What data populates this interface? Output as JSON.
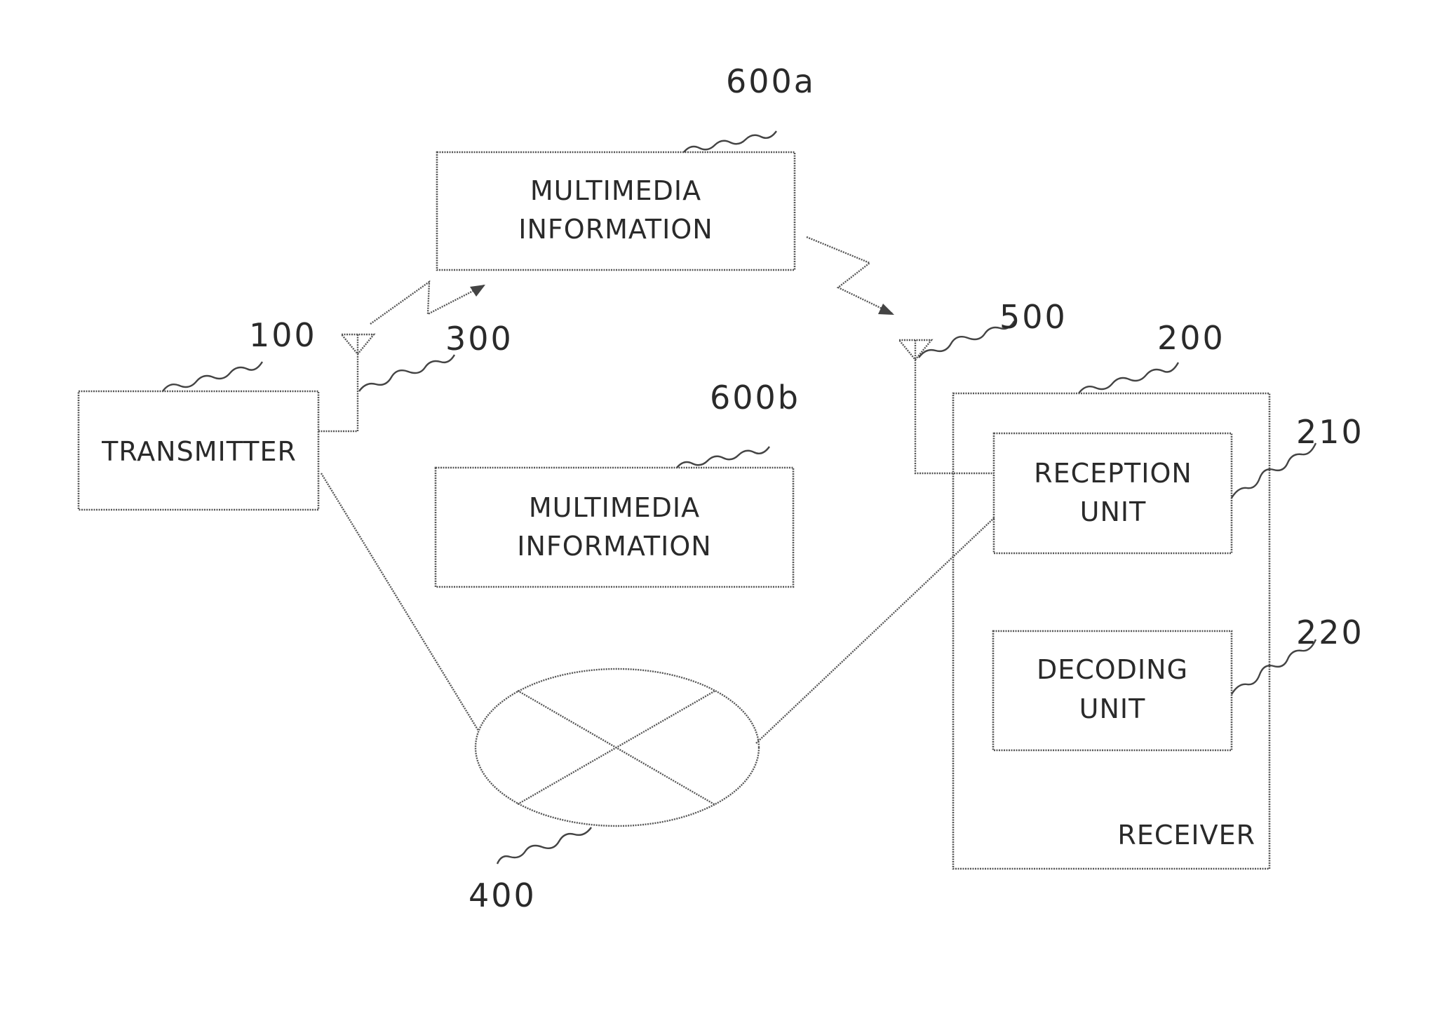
{
  "figure": {
    "transmitter": {
      "label": "TRANSMITTER",
      "ref": "100"
    },
    "receiver": {
      "label": "RECEIVER",
      "ref": "200"
    },
    "reception_unit": {
      "line1": "RECEPTION",
      "line2": "UNIT",
      "ref": "210"
    },
    "decoding_unit": {
      "line1": "DECODING",
      "line2": "UNIT",
      "ref": "220"
    },
    "transmit_antenna": {
      "ref": "300"
    },
    "network": {
      "ref": "400"
    },
    "receive_antenna": {
      "ref": "500"
    },
    "multimedia_a": {
      "line1": "MULTIMEDIA",
      "line2": "INFORMATION",
      "ref": "600a"
    },
    "multimedia_b": {
      "line1": "MULTIMEDIA",
      "line2": "INFORMATION",
      "ref": "600b"
    }
  }
}
